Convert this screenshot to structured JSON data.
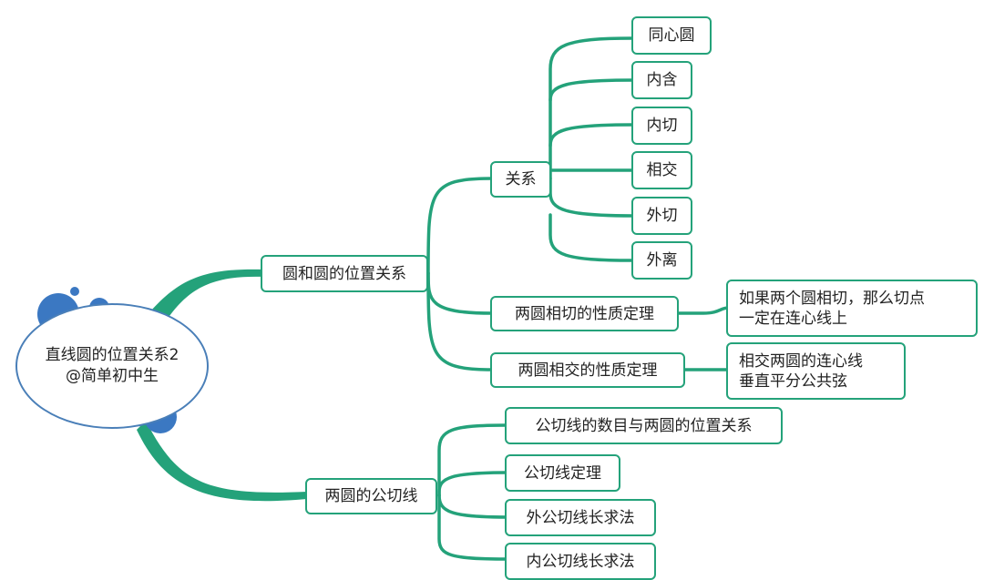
{
  "root": {
    "line1": "直线圆的位置关系2",
    "line2": "@简单初中生"
  },
  "colors": {
    "branch": "#24a27a",
    "node_border": "#24a27a",
    "bubble": "#3b78c2",
    "root_border": "#4a7fb8"
  },
  "branch1": {
    "label": "圆和圆的位置关系",
    "relations": {
      "label": "关系",
      "items": [
        "同心圆",
        "内含",
        "内切",
        "相交",
        "外切",
        "外离"
      ]
    },
    "tangent_theorem": {
      "label": "两圆相切的性质定理",
      "detail": [
        "如果两个圆相切，那么切点",
        "一定在连心线上"
      ]
    },
    "intersect_theorem": {
      "label": "两圆相交的性质定理",
      "detail": [
        "相交两圆的连心线",
        "垂直平分公共弦"
      ]
    }
  },
  "branch2": {
    "label": "两圆的公切线",
    "items": [
      "公切线的数目与两圆的位置关系",
      "公切线定理",
      "外公切线长求法",
      "内公切线长求法"
    ]
  }
}
